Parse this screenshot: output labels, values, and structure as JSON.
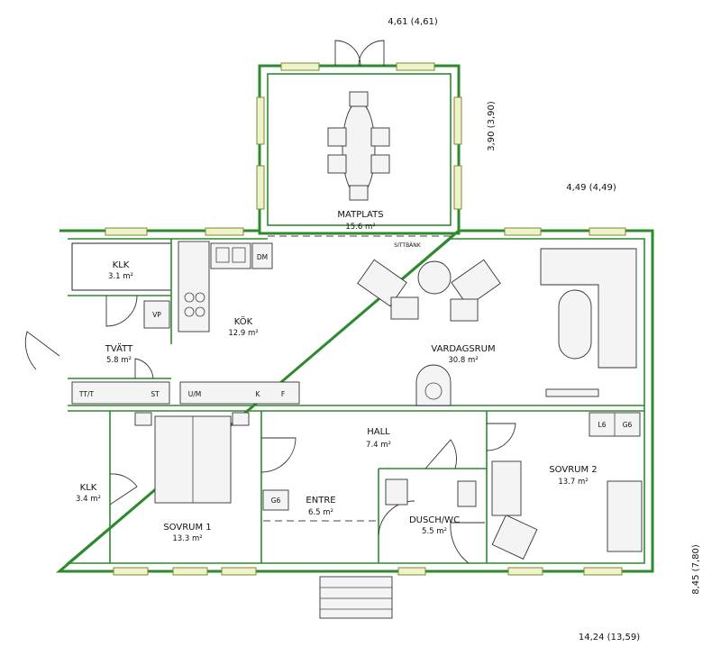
{
  "dimensions": {
    "top_width": "4,61 (4,61)",
    "dining_depth": "3,90 (3,90)",
    "right_offset": "4,49 (4,49)",
    "total_depth": "8,45 (7,80)",
    "total_width": "14,24 (13,59)"
  },
  "rooms": [
    {
      "id": "matplats",
      "name": "MATPLATS",
      "area": "15.6 m²"
    },
    {
      "id": "klk1",
      "name": "KLK",
      "area": "3.1 m²"
    },
    {
      "id": "kok",
      "name": "KÖK",
      "area": "12.9 m²"
    },
    {
      "id": "tvatt",
      "name": "TVÄTT",
      "area": "5.8 m²"
    },
    {
      "id": "vardagsrum",
      "name": "VARDAGSRUM",
      "area": "30.8 m²"
    },
    {
      "id": "hall",
      "name": "HALL",
      "area": "7.4 m²"
    },
    {
      "id": "klk2",
      "name": "KLK",
      "area": "3.4 m²"
    },
    {
      "id": "entre",
      "name": "ENTRE",
      "area": "6.5 m²"
    },
    {
      "id": "sovrum2",
      "name": "SOVRUM 2",
      "area": "13.7 m²"
    },
    {
      "id": "duschwc",
      "name": "DUSCH/WC",
      "area": "5.5 m²"
    },
    {
      "id": "sovrum1",
      "name": "SOVRUM 1",
      "area": "13.3 m²"
    }
  ],
  "fixtures": {
    "dm": "DM",
    "vp": "VP",
    "ttt": "TT/T",
    "st": "ST",
    "um": "U/M",
    "k": "K",
    "f": "F",
    "g6_entre": "G6",
    "l6": "L6",
    "g6_bed2": "G6",
    "sittbank": "SITTBÄNK"
  }
}
